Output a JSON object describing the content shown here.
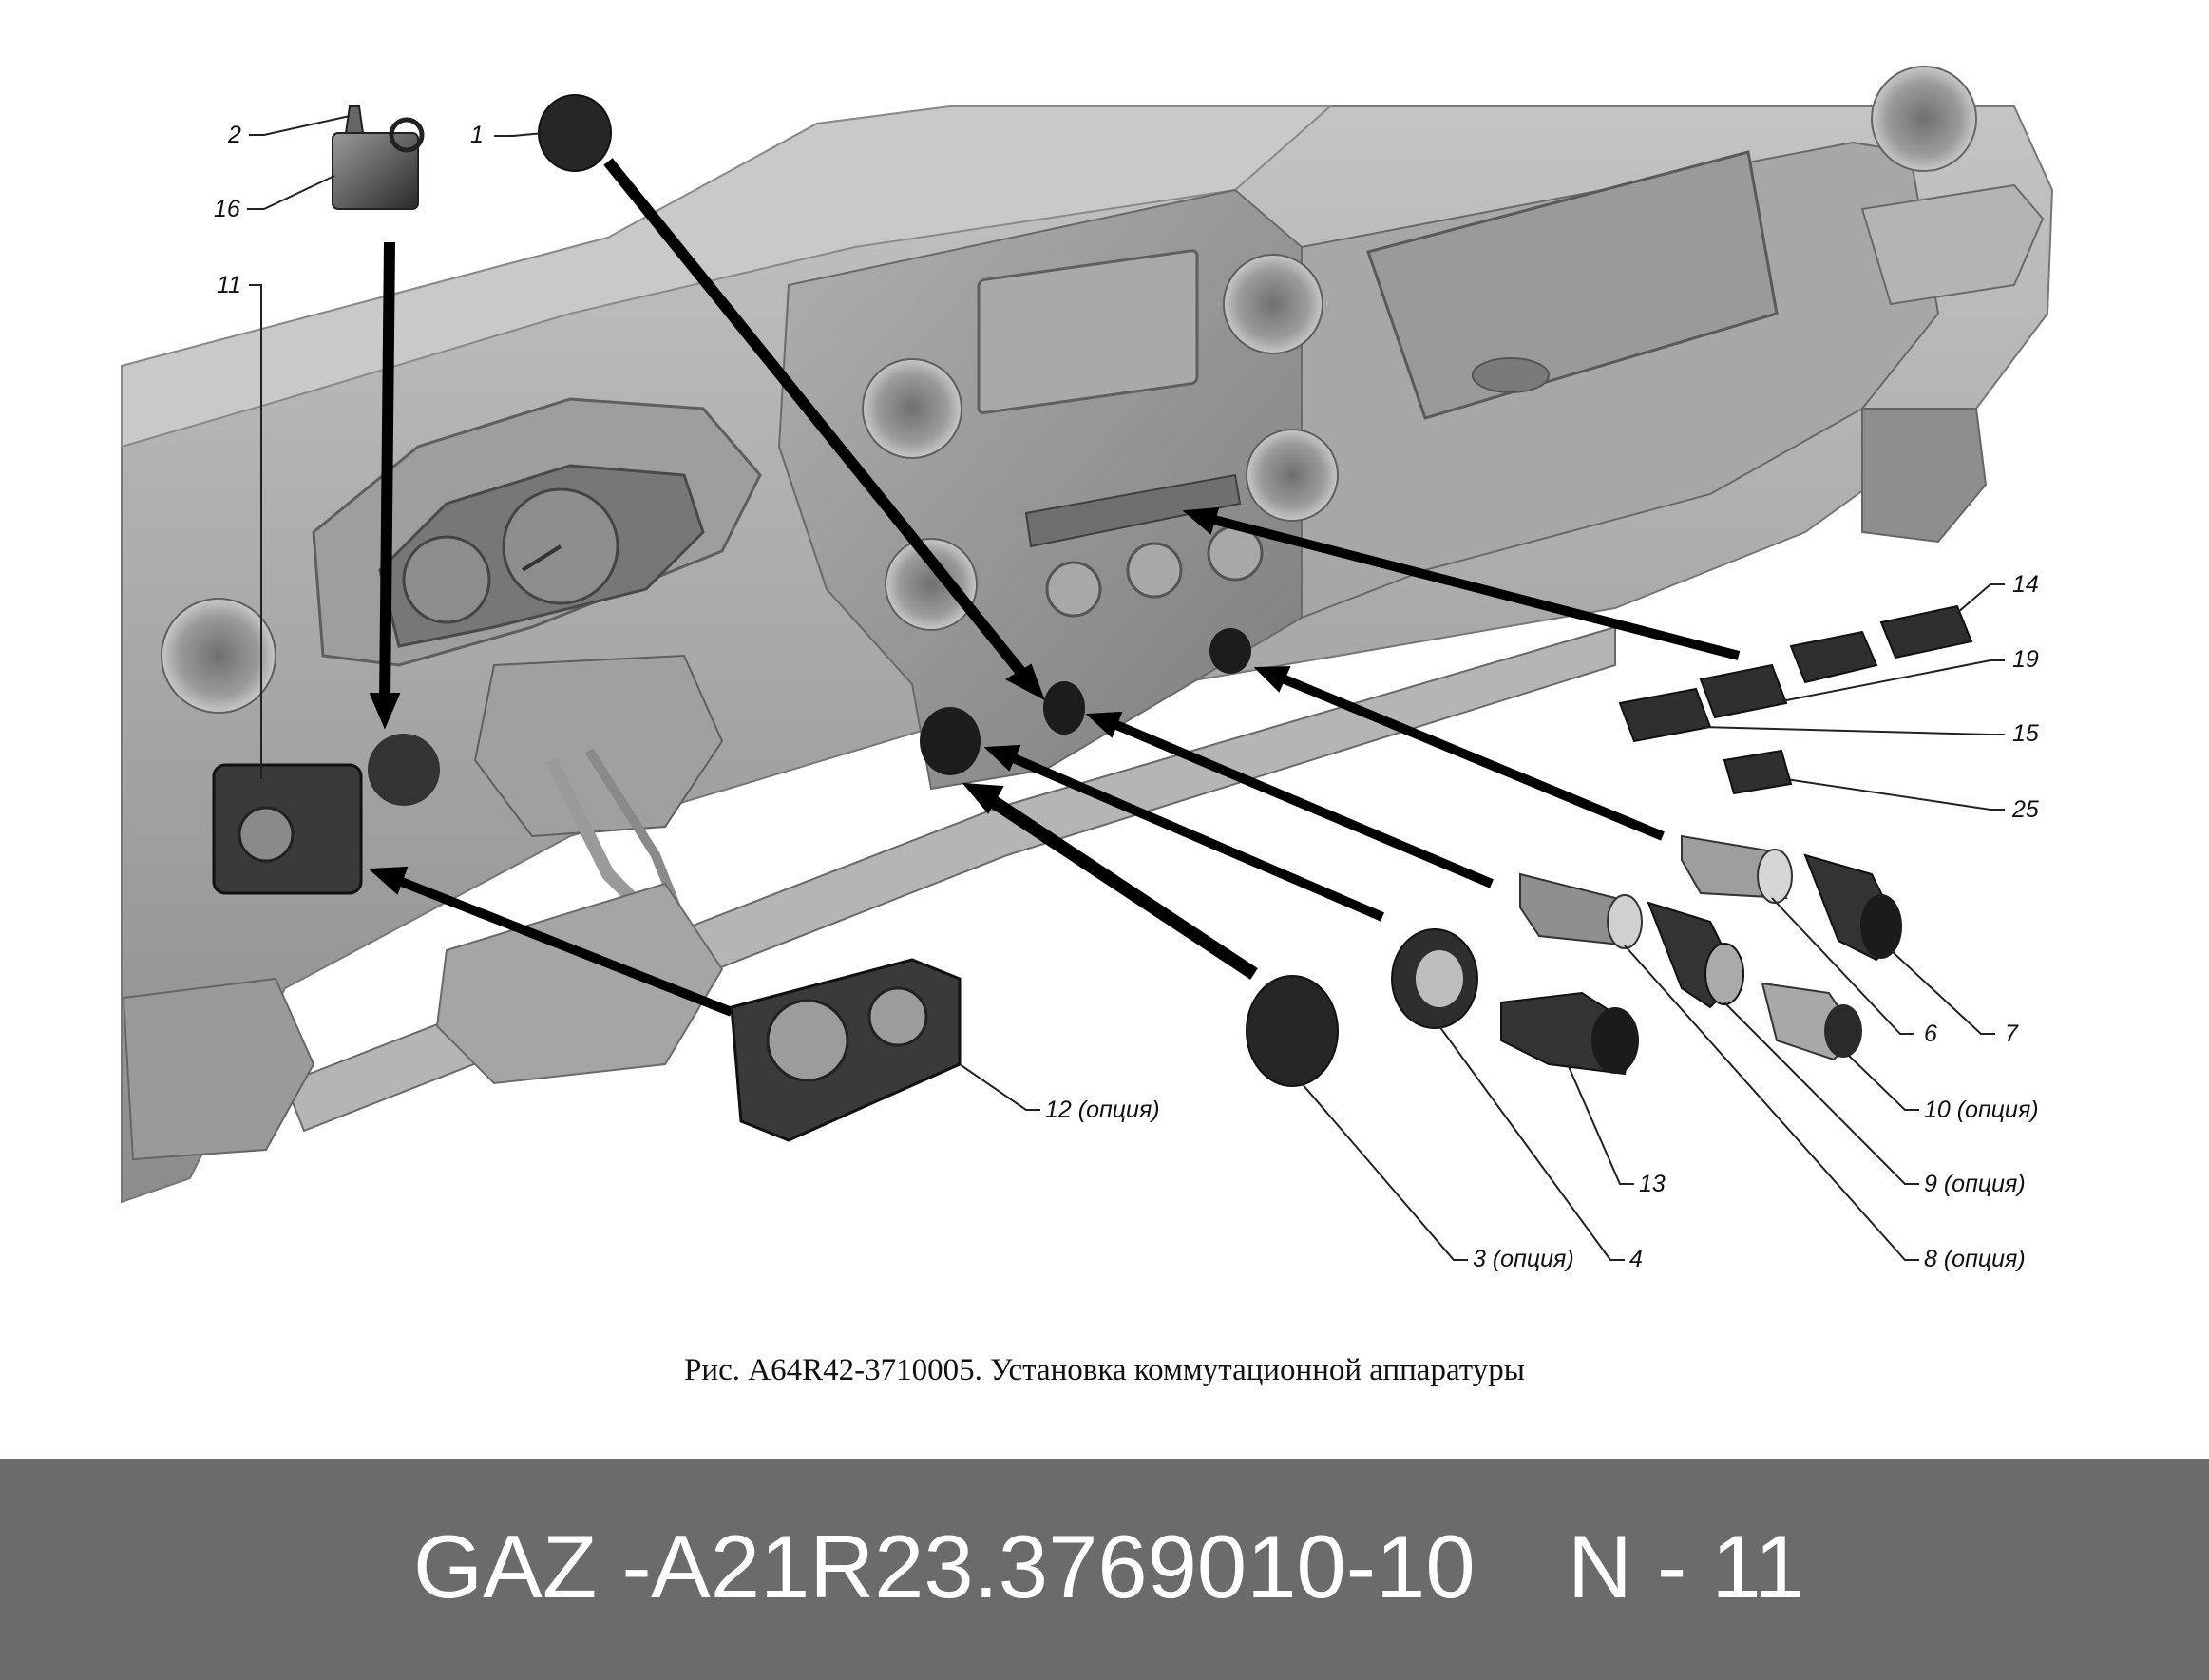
{
  "callouts": [
    {
      "id": "c1",
      "text": "1"
    },
    {
      "id": "c2",
      "text": "2"
    },
    {
      "id": "c16",
      "text": "16"
    },
    {
      "id": "c11",
      "text": "11"
    },
    {
      "id": "c14",
      "text": "14"
    },
    {
      "id": "c19",
      "text": "19"
    },
    {
      "id": "c15",
      "text": "15"
    },
    {
      "id": "c25",
      "text": "25"
    },
    {
      "id": "c6",
      "text": "6"
    },
    {
      "id": "c7",
      "text": "7"
    },
    {
      "id": "c10",
      "text": "10 (опция)"
    },
    {
      "id": "c9",
      "text": "9 (опция)"
    },
    {
      "id": "c8",
      "text": "8 (опция)"
    },
    {
      "id": "c13",
      "text": "13"
    },
    {
      "id": "c4",
      "text": "4"
    },
    {
      "id": "c3",
      "text": "3 (опция)"
    },
    {
      "id": "c12",
      "text": "12 (опция)"
    }
  ],
  "caption": "Рис. A64R42-3710005. Установка коммутационной аппаратуры",
  "banner": {
    "brand": "GAZ -",
    "part_number": "A21R23.3769010-10",
    "item": "N - 11",
    "background": "#6b6b6b",
    "text_color": "#ffffff"
  },
  "colors": {
    "panel_light": "#bdbdbd",
    "panel_mid": "#9a9a9a",
    "panel_dark": "#6e6e6e",
    "part_black": "#2a2a2a",
    "arrow": "#000000"
  }
}
